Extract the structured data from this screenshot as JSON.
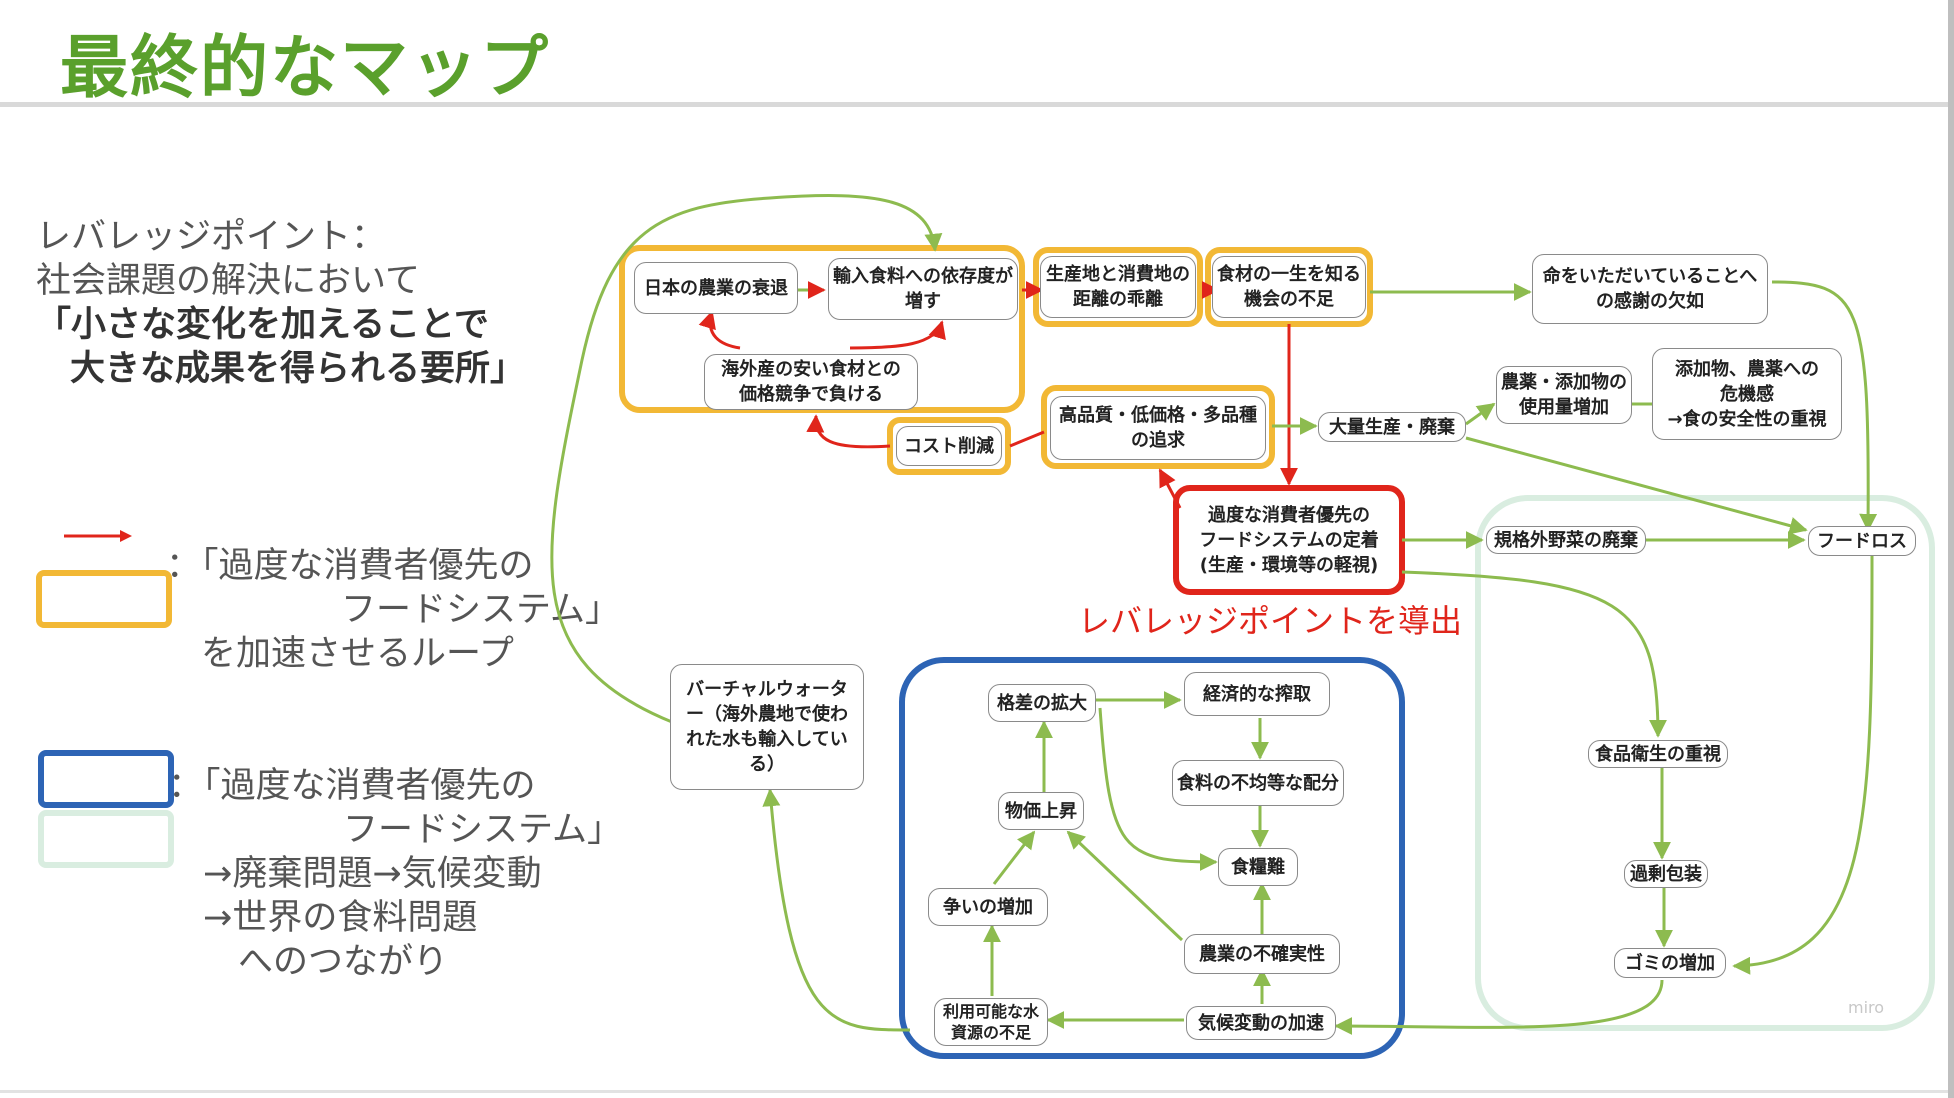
{
  "title": "最終的なマップ",
  "leverage": {
    "line1": "レバレッジポイント：",
    "line2": "社会課題の解決において",
    "line3": "「小さな変化を加えることで",
    "line4": "大きな成果を得られる要所」"
  },
  "legend": {
    "yellow_text": "：「過度な消費者優先の\n　　　　　フードシステム」\n　を加速させるループ",
    "blue_text": "：「過度な消費者優先の\n　　　　　フードシステム」\n　→廃棄問題→気候変動\n　→世界の食料問題\n　　へのつながり"
  },
  "leverage_label": "レバレッジポイントを導出",
  "watermark": "miro",
  "nodes": {
    "nihon": "日本の農業の衰退",
    "yunyu": "輸入食料への依存度が\n増す",
    "kaigai": "海外産の安い食材との\n価格競争で負ける",
    "seisanchi": "生産地と消費地の\n距離の乖離",
    "shokuzai": "食材の一生を知る\n機会の不足",
    "inochi": "命をいただいていることへ\nの感謝の欠如",
    "tenkabutsu": "添加物、農薬への\n危機感\n→食の安全性の重視",
    "noyaku": "農薬・添加物の\n使用量増加",
    "koushitsu": "高品質・低価格・多品種\nの追求",
    "tairyo": "大量生産・廃棄",
    "cost": "コスト削減",
    "kado": "過度な消費者優先の\nフードシステムの定着\n(生産・環境等の軽視)",
    "kikakugai": "規格外野菜の廃棄",
    "foodloss": "フードロス",
    "eisei": "食品衛生の重視",
    "kajo": "過剰包装",
    "gomi": "ゴミの増加",
    "virtual": "バーチャルウォータ\nー（海外農地で使わ\nれた水も輸入してい\nる）",
    "kakusa": "格差の拡大",
    "keizai": "経済的な搾取",
    "fukinto": "食料の不均等な配分",
    "bukka": "物価上昇",
    "shokuryonan": "食糧難",
    "arasoi": "争いの増加",
    "fukakujitsu": "農業の不確実性",
    "mizu": "利用可能な水\n資源の不足",
    "kiko": "気候変動の加速"
  },
  "colors": {
    "title_green": "#5aa02c",
    "arrow_green": "#8dbb4f",
    "arrow_red": "#e0251b",
    "loop_yellow": "#f2b835",
    "loop_blue": "#2d64b5",
    "loop_mint": "#d9ede0"
  }
}
